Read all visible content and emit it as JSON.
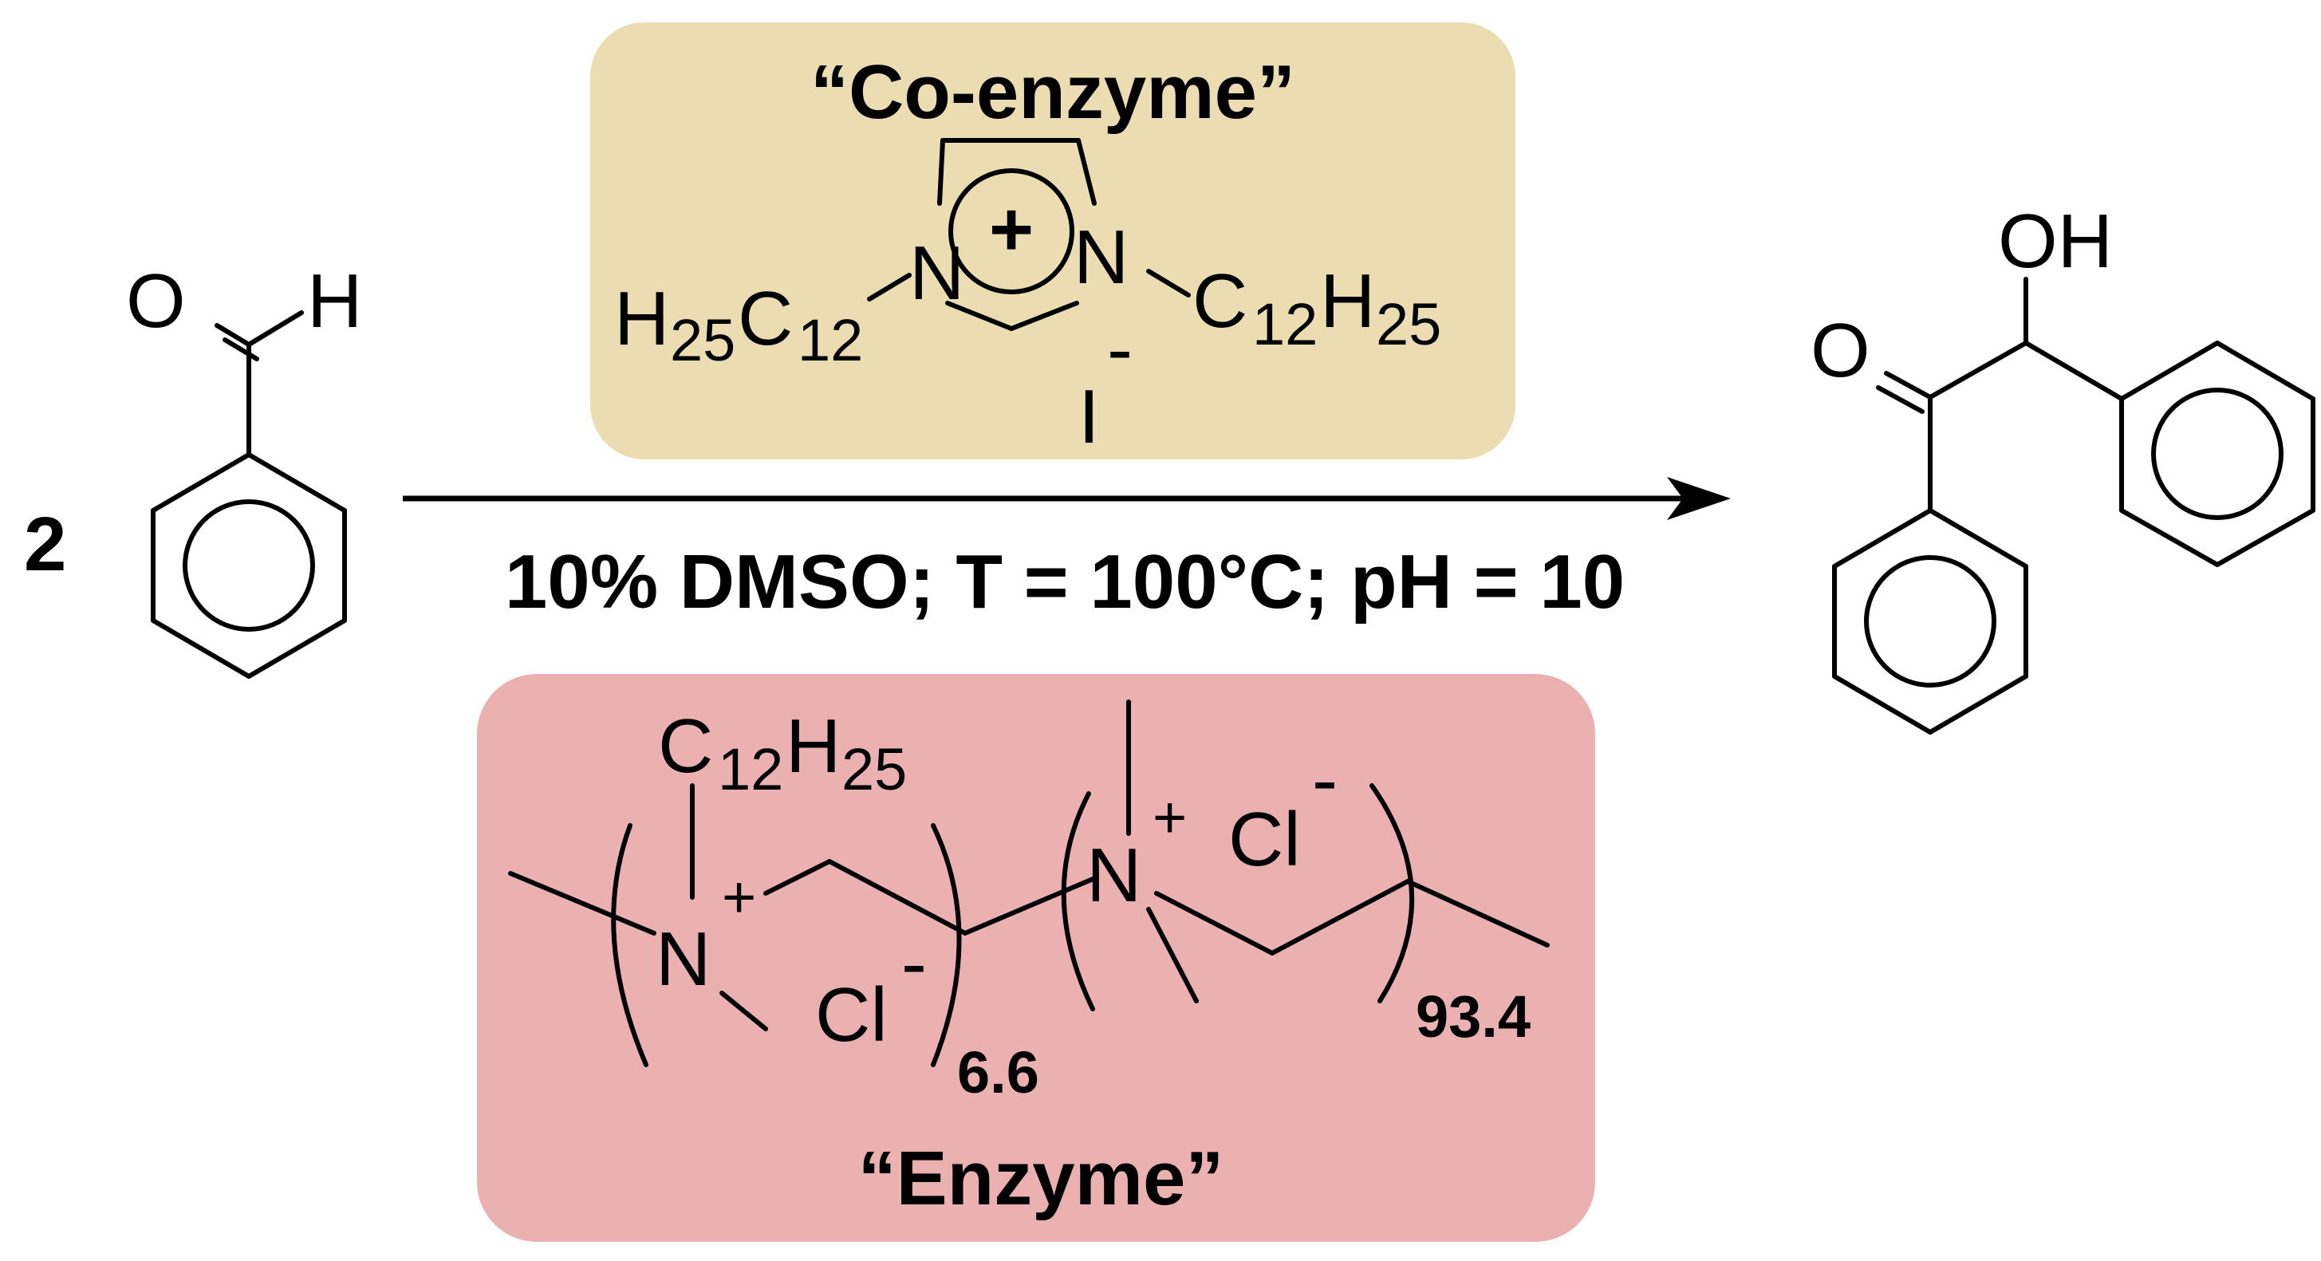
{
  "reaction": {
    "stoich_coefficient": "2",
    "conditions": "10% DMSO; T = 100°C; pH = 10"
  },
  "reactant": {
    "atom_O": "O",
    "atom_H": "H"
  },
  "product": {
    "atom_O": "O",
    "group_OH": "OH"
  },
  "coenzyme": {
    "title": "“Co-enzyme”",
    "charge": "+",
    "N_left": "N",
    "N_right": "N",
    "left_chain_H": "H",
    "left_chain_H_sub": "25",
    "left_chain_C": "C",
    "left_chain_C_sub": "12",
    "right_chain_C": "C",
    "right_chain_C_sub": "12",
    "right_chain_H": "H",
    "right_chain_H_sub": "25",
    "counterion": "I",
    "counterion_charge": "-",
    "box_color": "#ebdcb2"
  },
  "enzyme": {
    "title": "“Enzyme”",
    "pendant_C": "C",
    "pendant_C_sub": "12",
    "pendant_H": "H",
    "pendant_H_sub": "25",
    "N1": "N",
    "N1_charge": "+",
    "Cl1": "Cl",
    "Cl1_charge": "-",
    "repeat1": "6.6",
    "N2": "N",
    "N2_charge": "+",
    "Cl2": "Cl",
    "Cl2_charge": "-",
    "repeat2": "93.4",
    "box_color": "#ebb0b0"
  }
}
